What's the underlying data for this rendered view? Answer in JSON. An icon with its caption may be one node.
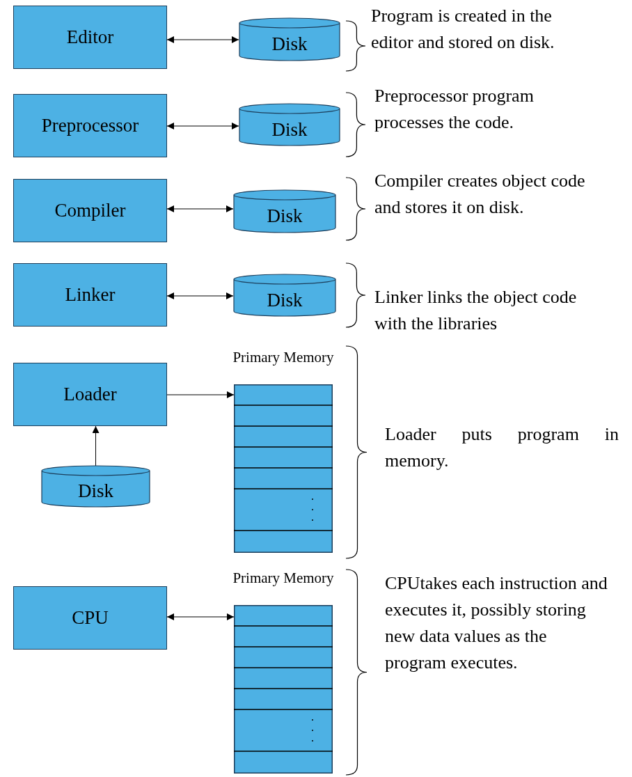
{
  "diagram": {
    "nodes": [
      {
        "text": [
          "Editor"
        ]
      },
      {
        "text": [
          "Disk"
        ]
      },
      {
        "text": [
          "Preprocessor"
        ]
      },
      {
        "text": [
          "Disk"
        ]
      },
      {
        "text": [
          "Compiler"
        ]
      },
      {
        "text": [
          "Disk"
        ]
      },
      {
        "text": [
          "Linker"
        ]
      },
      {
        "text": [
          "Disk"
        ]
      },
      {
        "text": [
          "Loader"
        ]
      },
      {
        "text": [
          "Primary Memory"
        ]
      },
      {
        "text": [
          "Disk"
        ]
      },
      {
        "text": [
          "CPU"
        ]
      },
      {
        "text": [
          "Primary Memory"
        ]
      }
    ],
    "edges": [
      {
        "from": 0,
        "to": 1,
        "arrow": "both"
      },
      {
        "from": 2,
        "to": 3,
        "arrow": "both"
      },
      {
        "from": 4,
        "to": 5,
        "arrow": "both"
      },
      {
        "from": 6,
        "to": 7,
        "arrow": "both"
      },
      {
        "from": 8,
        "to": 9,
        "arrow": "to"
      },
      {
        "from": 10,
        "to": 8,
        "arrow": "to"
      },
      {
        "from": 11,
        "to": 12,
        "arrow": "both"
      }
    ],
    "labels": [
      "Program is created in the editor and stored on disk.",
      "Preprocessor program processes the code.",
      "Compiler creates object code and stores it on disk.",
      "Linker links the object code with the libraries",
      "Loader puts program in memory.",
      "CPUtakes each instruction and executes it, possibly storing new data values as the program executes."
    ]
  }
}
